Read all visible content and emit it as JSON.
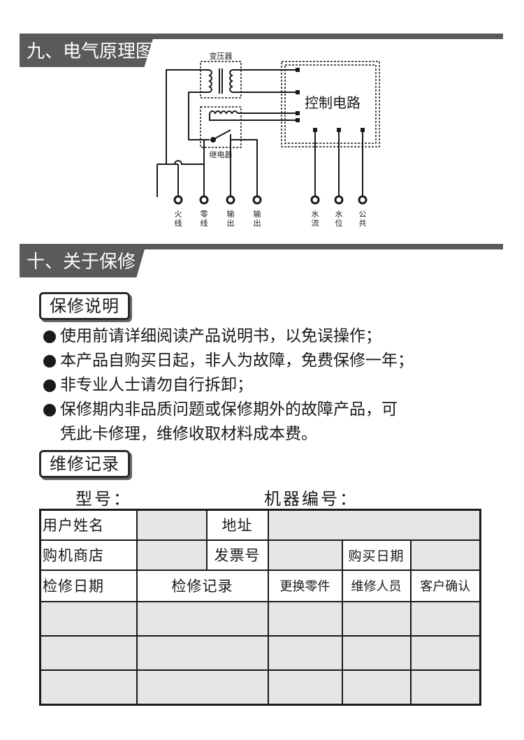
{
  "section9": {
    "title": "九、电气原理图"
  },
  "diagram": {
    "transformer_label": "变压器",
    "control_label": "控制电路",
    "relay_label": "继电器",
    "terminals_left": [
      "火线",
      "零线",
      "输出",
      "输出"
    ],
    "terminals_right": [
      "水流",
      "水位",
      "公共"
    ]
  },
  "section10": {
    "title": "十、关于保修"
  },
  "warranty": {
    "heading": "保修说明",
    "items": [
      "使用前请详细阅读产品说明书，以免误操作；",
      "本产品自购买日起，非人为故障，免费保修一年；",
      "非专业人士请勿自行拆卸；",
      "保修期内非品质问题或保修期外的故障产品，可"
    ],
    "continuation": "凭此卡修理，维修收取材料成本费。"
  },
  "record": {
    "heading": "维修记录",
    "model_label": "型号：",
    "serial_label": "机器编号：",
    "row1": {
      "user_name": "用户姓名",
      "address": "地址"
    },
    "row2": {
      "store": "购机商店",
      "invoice": "发票号",
      "purchase_date": "购买日期"
    },
    "headers": [
      "检修日期",
      "检修记录",
      "更换零件",
      "维修人员",
      "客户确认"
    ]
  }
}
